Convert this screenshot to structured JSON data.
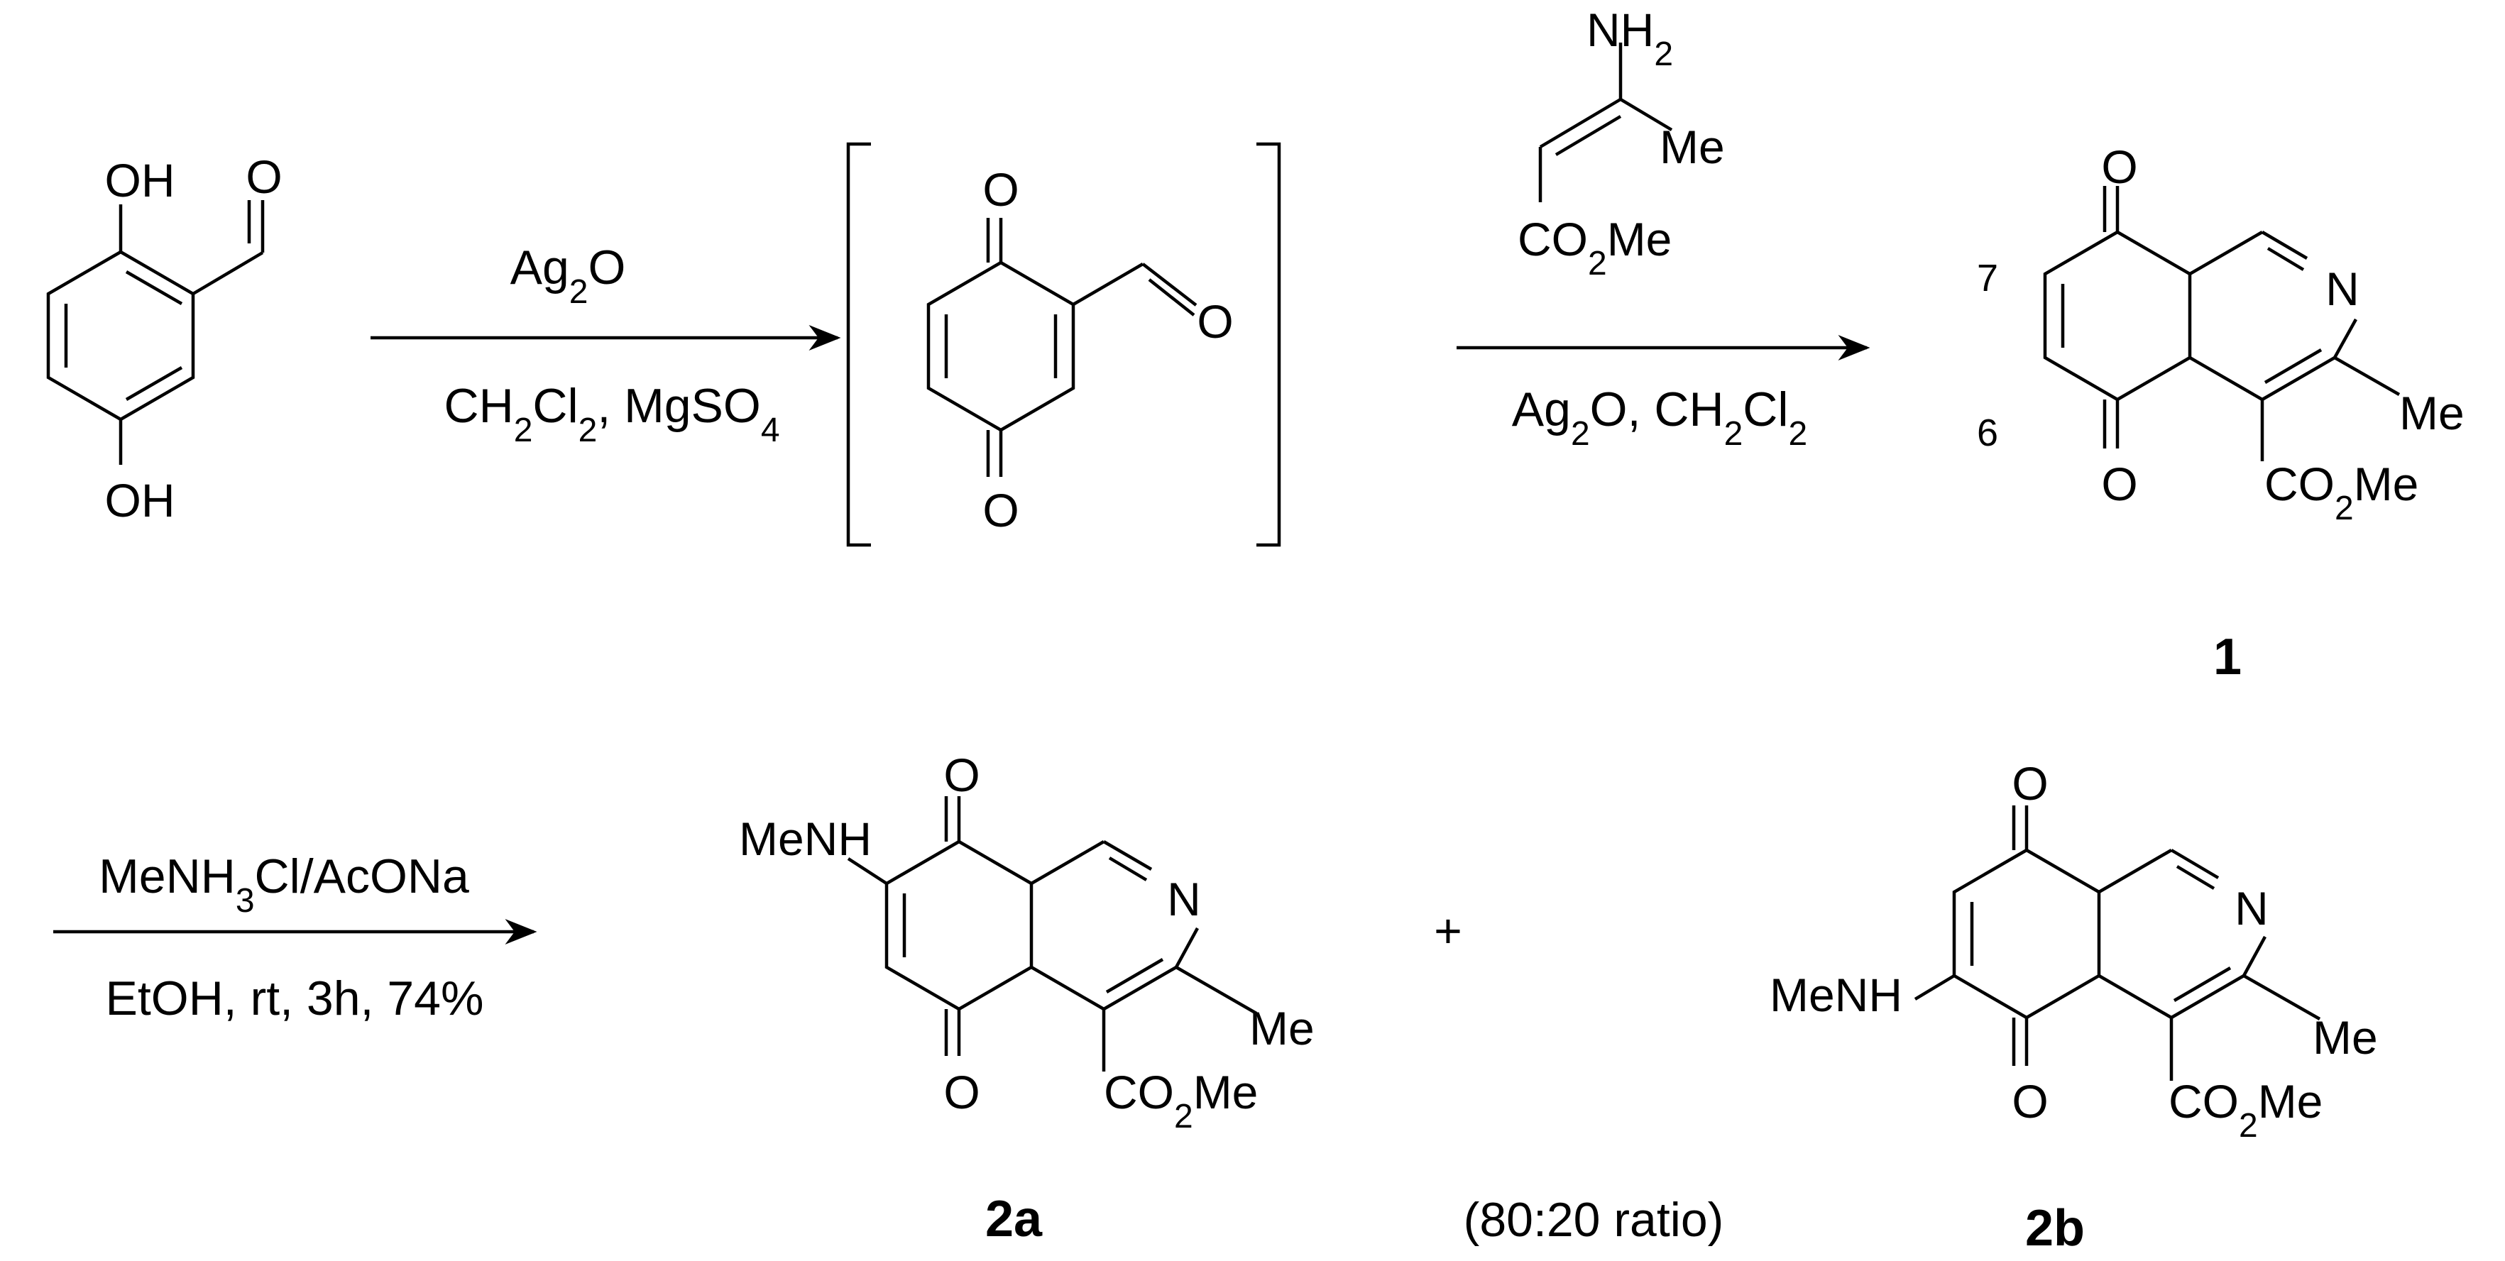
{
  "reactions": [
    {
      "reagents_above": [
        "Ag",
        "2",
        "O"
      ],
      "reagents_below": [
        "CH",
        "2",
        "Cl",
        "2",
        ", MgSO",
        "4"
      ]
    },
    {
      "reagent_amine": {
        "nh2": [
          "NH",
          "2"
        ],
        "me": "Me",
        "ester": [
          "CO",
          "2",
          "Me"
        ]
      },
      "reagents_below": [
        "Ag",
        "2",
        "O, CH",
        "2",
        "Cl",
        "2"
      ]
    },
    {
      "reagents_above": [
        "MeNH",
        "3",
        "Cl/AcONa"
      ],
      "reagents_below": "EtOH, rt, 3h, 74%"
    }
  ],
  "starting_material": {
    "oh_top": "OH",
    "oh_bottom": "OH",
    "aldehyde_o": "O"
  },
  "intermediate": {
    "o_top": "O",
    "o_bottom": "O",
    "aldehyde_o": "O"
  },
  "compound_1": {
    "label": "1",
    "o_top": "O",
    "o_bottom": "O",
    "n": "N",
    "me": "Me",
    "ester": [
      "CO",
      "2",
      "Me"
    ],
    "pos7": "7",
    "pos6": "6"
  },
  "compound_2a": {
    "label": "2a",
    "o_top": "O",
    "o_bottom": "O",
    "n": "N",
    "me": "Me",
    "ester": [
      "CO",
      "2",
      "Me"
    ],
    "amine": "MeNH"
  },
  "compound_2b": {
    "label": "2b",
    "o_top": "O",
    "o_bottom": "O",
    "n": "N",
    "me": "Me",
    "ester": [
      "CO",
      "2",
      "Me"
    ],
    "amine": "MeNH"
  },
  "plus": "+",
  "ratio": "(80:20 ratio)"
}
